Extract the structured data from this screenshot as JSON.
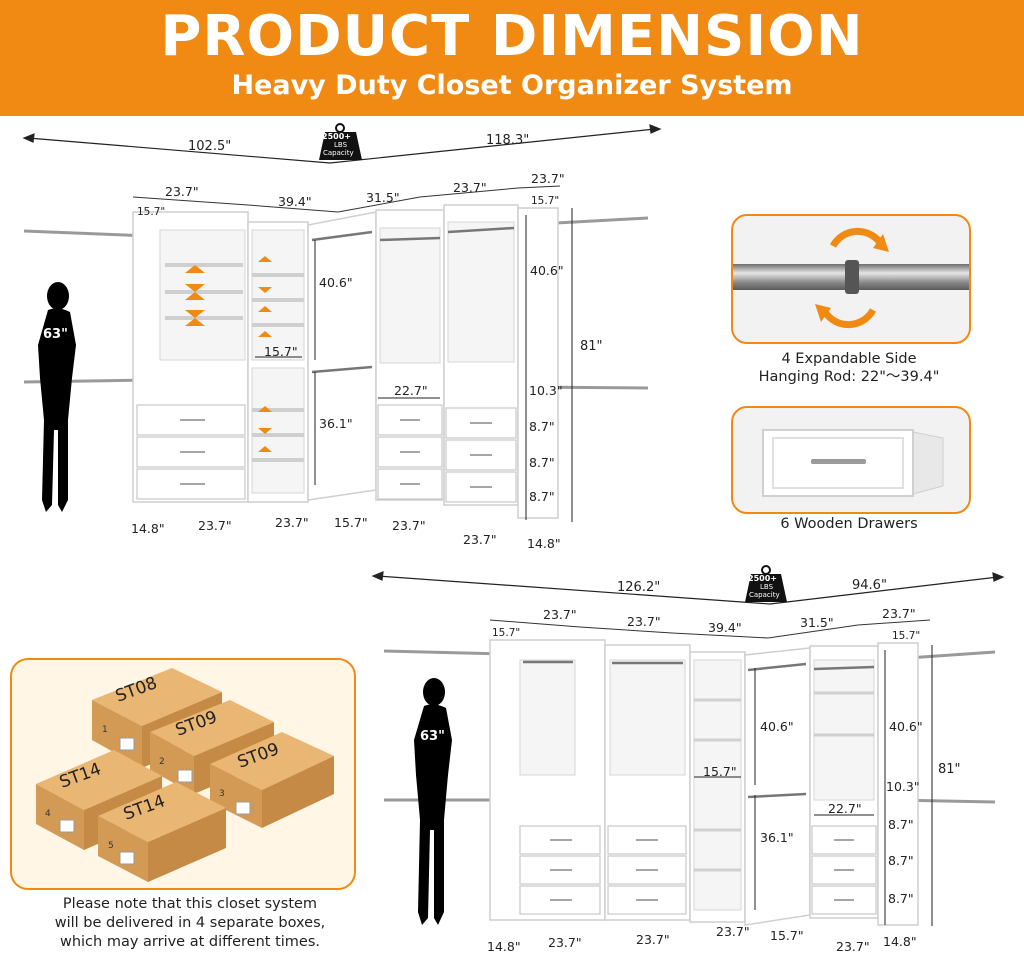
{
  "header": {
    "title": "PRODUCT DIMENSION",
    "subtitle": "Heavy Duty Closet Organizer System"
  },
  "badge": {
    "line1": "2500+",
    "line2": "LBS",
    "line3": "Capacity"
  },
  "top_system": {
    "overall_left": "102.5\"",
    "overall_right": "118.3\"",
    "upper": [
      "23.7\"",
      "39.4\"",
      "31.5\"",
      "23.7\"",
      "23.7\""
    ],
    "depth_left": "15.7\"",
    "depth_right": "15.7\"",
    "rod_gap": "15.7\"",
    "drawer_width": "22.7\"",
    "section_heights": [
      "40.6\"",
      "36.1\"",
      "40.6\"",
      "10.3\"",
      "8.7\"",
      "8.7\"",
      "8.7\""
    ],
    "total_height": "81\"",
    "person_height": "63\"",
    "bottom": [
      "14.8\"",
      "23.7\"",
      "23.7\"",
      "15.7\"",
      "23.7\"",
      "23.7\"",
      "14.8\""
    ]
  },
  "features": {
    "rod_caption_line1": "4 Expandable Side",
    "rod_caption_line2": "Hanging Rod: 22\"〜39.4\"",
    "drawer_caption": "6 Wooden Drawers"
  },
  "bottom_system": {
    "overall_left": "126.2\"",
    "overall_right": "94.6\"",
    "upper": [
      "23.7\"",
      "23.7\"",
      "39.4\"",
      "31.5\"",
      "23.7\""
    ],
    "depth_left": "15.7\"",
    "depth_right": "15.7\"",
    "rod_gap": "15.7\"",
    "drawer_width": "22.7\"",
    "section_heights": [
      "40.6\"",
      "36.1\"",
      "40.6\"",
      "10.3\"",
      "8.7\"",
      "8.7\"",
      "8.7\""
    ],
    "total_height": "81\"",
    "person_height": "63\"",
    "bottom": [
      "14.8\"",
      "23.7\"",
      "23.7\"",
      "23.7\"",
      "15.7\"",
      "23.7\"",
      "14.8\""
    ]
  },
  "boxes": {
    "labels": [
      "ST08",
      "ST09",
      "ST09",
      "ST14",
      "ST14"
    ],
    "numbers": [
      "1",
      "2",
      "3",
      "4",
      "5"
    ]
  },
  "note": {
    "line1": "Please note that this closet system",
    "line2": "will be delivered in 4 separate boxes,",
    "line3": "which may arrive at different times."
  },
  "colors": {
    "accent": "#f08a12",
    "cabinet": "#ffffff",
    "cabinet_edge": "#d9d9d9",
    "silhouette": "#000000",
    "box": "#d9a15c"
  }
}
